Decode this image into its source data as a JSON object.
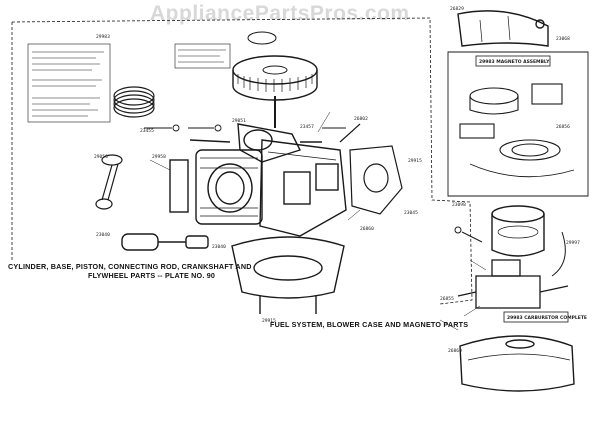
{
  "watermark": "AppliancePartsPros.com",
  "captions": {
    "left_line1": "CYLINDER, BASE, PISTON, CONNECTING ROD, CRANKSHAFT AND",
    "left_line2": "FLYWHEEL PARTS -- PLATE NO. 90",
    "right": "FUEL SYSTEM, BLOWER CASE AND MAGNETO PARTS"
  },
  "boxes": {
    "magneto_assembly": "29983 MAGNETO ASSEMBLY",
    "carburetor": "29983 CARBURETOR COMPLETE"
  },
  "part_numbers": {
    "p1": "29983",
    "p2": "23455",
    "p3": "29051",
    "p4": "23457",
    "p5": "26802",
    "p6": "29050",
    "p7": "29958",
    "p8": "29915",
    "p9": "23040",
    "p10": "23040",
    "p11": "26860",
    "p12": "23045",
    "p13": "29915",
    "p14": "26829",
    "p15": "23068",
    "p16": "26856",
    "p17": "23098",
    "p18": "29997",
    "p19": "26855",
    "p20": "26860"
  },
  "colors": {
    "ink": "#1a1a1a",
    "paper": "#ffffff",
    "watermark": "#d8d8d8"
  }
}
